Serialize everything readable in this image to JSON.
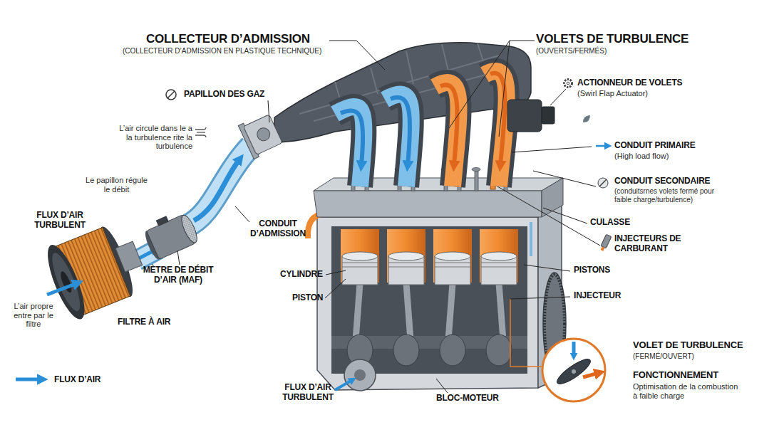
{
  "diagram": {
    "labels": [
      "COLLECTEUR D’ADMISSION",
      "(COLLECTEUR D’ADMISSION EN PLASTIQUE TECHNIQUE)",
      "VOLETS DE TURBULENCE",
      "(OUVERTS/FERMÉS)",
      "PAPILLON DES GAZ",
      "ACTIONNEUR DE VOLETS",
      "(Swirl Flap Actuator)",
      "L’air circule dans le a la turbulence rite la turbulence",
      "CONDUIT PRIMAIRE",
      "(High load flow)",
      "Le papillon régule le débit",
      "CONDUIT SECONDAIRE",
      "(conduitsrnes volets fermé pour faible charge/turbulence)",
      "FLUX D’AIR TURBULENT",
      "CONDUIT D’ADMISSION",
      "CULASSE",
      "INJECTEURS DE CARBURANT",
      "MÈTRE DE DÉBIT D’AIR (MAF)",
      "CYLINDRE",
      "PISTONS",
      "PISTON",
      "L’air propre entre par le filtre",
      "FILTRE À AIR",
      "INJECTEUR",
      "FLUX D’AIR TURBULENT",
      "BLOC-MOTEUR",
      "VOLET DE TURBULENCE",
      "(FERMÉ/OUVERT)",
      "FONCTIONNEMENT",
      "Optimisation de la combustion à faible charge"
    ],
    "legend": [
      {
        "text": "FLUX D’AIR"
      }
    ]
  }
}
